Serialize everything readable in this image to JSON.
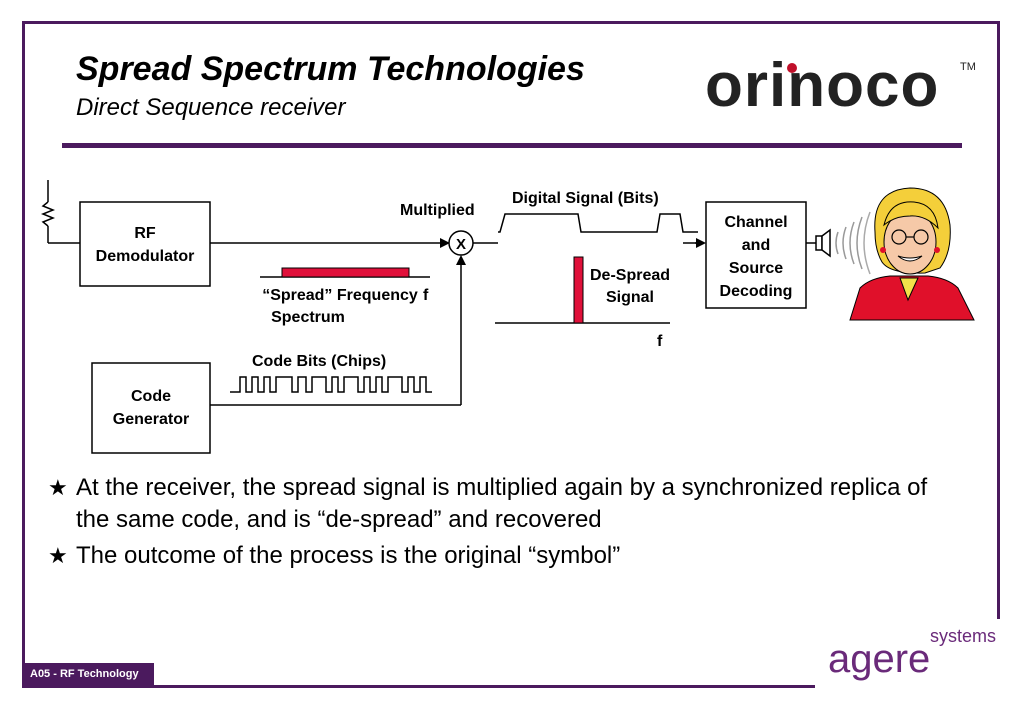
{
  "slide": {
    "title": "Spread Spectrum Technologies",
    "subtitle": "Direct Sequence receiver",
    "footer": "A05 -  RF Technology",
    "colors": {
      "frame": "#4b1a5e",
      "spectrum": "#e0103a",
      "logo": "#222222",
      "logo_dot": "#c0102a",
      "agere": "#6a2a7a"
    }
  },
  "logo": {
    "text": "orinoco",
    "trademark": "TM"
  },
  "agere_logo": {
    "brand": "agere",
    "suffix": "systems"
  },
  "diagram": {
    "rf_demodulator": "RF Demodulator",
    "rf_demodulator_lines": [
      "RF",
      "Demodulator"
    ],
    "code_generator_lines": [
      "Code",
      "Generator"
    ],
    "channel_decoding_lines": [
      "Channel",
      "and",
      "Source",
      "Decoding"
    ],
    "multiplied": "Multiplied",
    "multiplier_symbol": "X",
    "digital_signal": "Digital Signal (Bits)",
    "spread_spectrum_lines": [
      "“Spread” Frequency",
      "Spectrum"
    ],
    "spread_f": "f",
    "despread_lines": [
      "De-Spread",
      "Signal"
    ],
    "despread_f": "f",
    "code_bits": "Code Bits (Chips)",
    "antenna_icon": "antenna-icon",
    "speaker_icon": "speaker-icon",
    "listener_icon": "listener-person-icon"
  },
  "bullets": [
    "At the receiver, the spread signal is multiplied again by a synchronized replica of the same code, and is “de-spread” and recovered",
    "The outcome of the process is the original “symbol”"
  ]
}
